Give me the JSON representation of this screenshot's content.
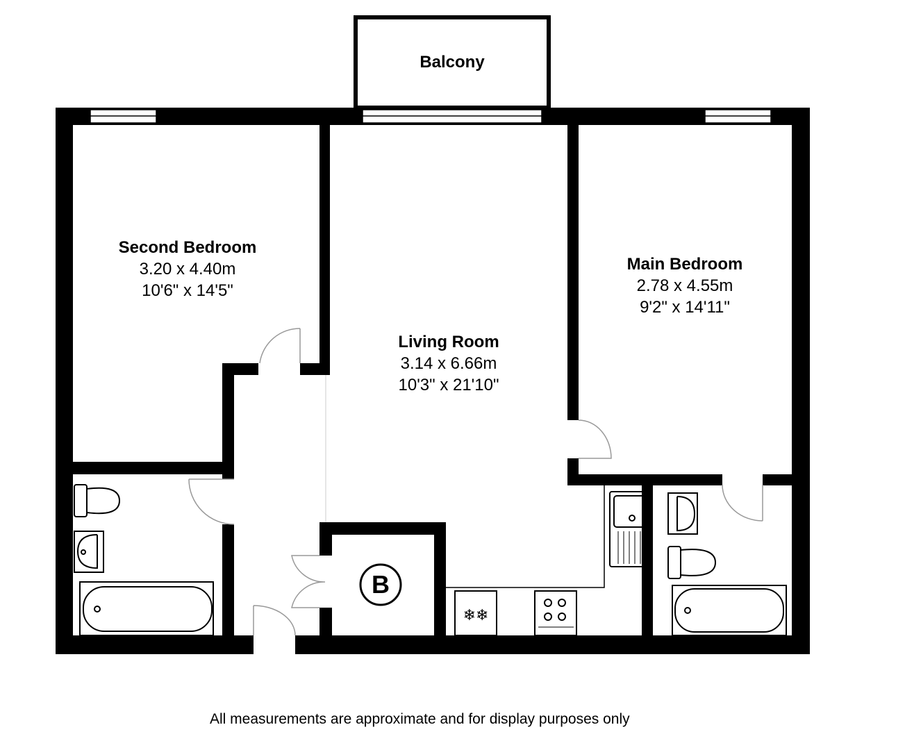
{
  "balcony": {
    "label": "Balcony"
  },
  "rooms": [
    {
      "name": "Second Bedroom",
      "metric": "3.20 x 4.40m",
      "imperial": "10'6\" x 14'5\""
    },
    {
      "name": "Living Room",
      "metric": "3.14 x 6.66m",
      "imperial": "10'3\" x 21'10\""
    },
    {
      "name": "Main Bedroom",
      "metric": "2.78 x 4.55m",
      "imperial": "9'2\" x 14'11\""
    }
  ],
  "boiler": {
    "label": "B"
  },
  "footer": {
    "note": "All measurements are approximate and for display purposes only"
  },
  "colors": {
    "wall": "#000000",
    "door_arc": "#999999",
    "background": "#ffffff"
  }
}
